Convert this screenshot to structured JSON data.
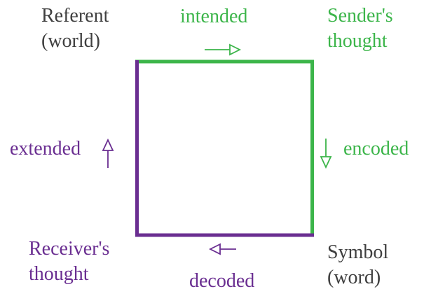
{
  "colors": {
    "green": "#3cb54a",
    "purple": "#6a2e91",
    "gray": "#3f3f3f"
  },
  "corners": {
    "referent": {
      "line1": "Referent",
      "line2": "(world)"
    },
    "sender": {
      "line1": "Sender's",
      "line2": "thought"
    },
    "receiver": {
      "line1": "Receiver's",
      "line2": "thought"
    },
    "symbol": {
      "line1": "Symbol",
      "line2": "(word)"
    }
  },
  "edges": {
    "top": {
      "label": "intended",
      "arrow": "right"
    },
    "right": {
      "label": "encoded",
      "arrow": "down"
    },
    "bottom": {
      "label": "decoded",
      "arrow": "left"
    },
    "left": {
      "label": "extended",
      "arrow": "up"
    }
  }
}
